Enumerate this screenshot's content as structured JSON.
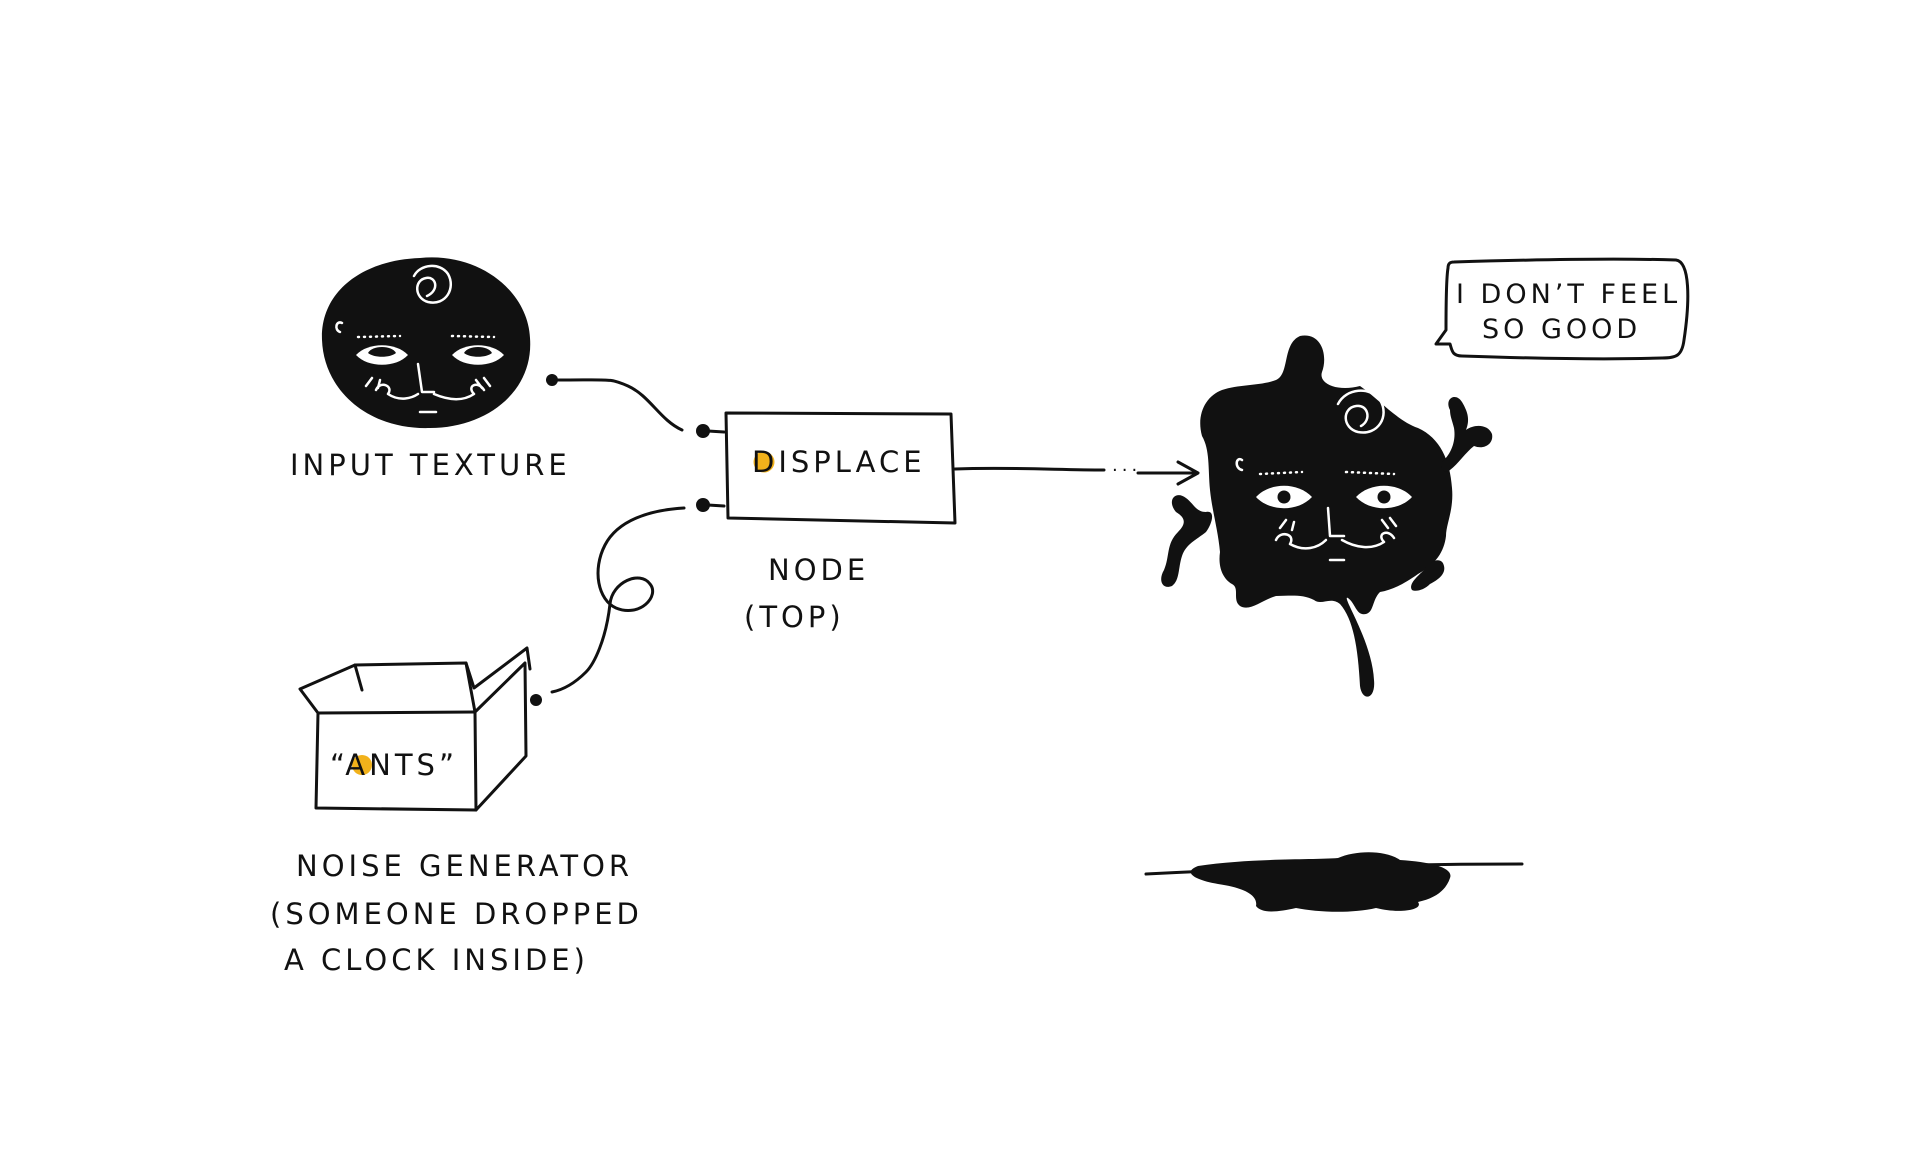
{
  "labels": {
    "input_texture": "INPUT TEXTURE",
    "displace_first": "D",
    "displace_rest": "ISPLACE",
    "node_line1": "NODE",
    "node_line2": "(TOP)",
    "box_open_quote": "“",
    "box_first": "A",
    "box_rest": "NTS",
    "box_close_quote": "”",
    "noise_line1": "NOISE GENERATOR",
    "noise_line2": "(SOMEONE DROPPED",
    "noise_line3": "A CLOCK INSIDE)",
    "speech_line1": "I DON’T FEEL",
    "speech_line2": "SO GOOD",
    "arrow_dots": "..."
  },
  "colors": {
    "ink": "#111111",
    "accent": "#f2b21b",
    "background": "#ffffff"
  },
  "icons": {
    "input_face": "round-face-icon",
    "output_face": "melting-blob-face-icon",
    "box": "open-cardboard-box-icon",
    "puddle": "ink-puddle-icon"
  }
}
